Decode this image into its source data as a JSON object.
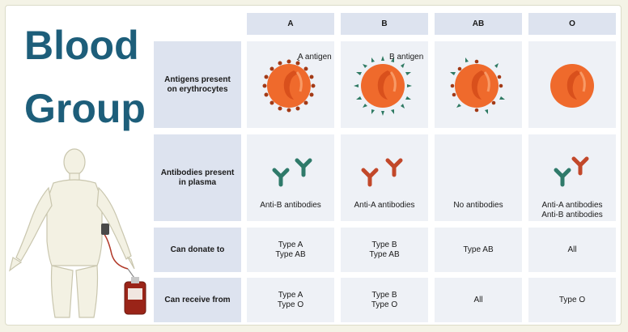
{
  "title": {
    "line1": "Blood",
    "line2": "Group"
  },
  "columns": [
    "A",
    "B",
    "AB",
    "O"
  ],
  "rows": {
    "antigens": {
      "label": "Antigens present on erythrocytes",
      "annotations": {
        "A": "A antigen",
        "B": "B antigen"
      }
    },
    "antibodies": {
      "label": "Antibodies present in plasma",
      "A": "Anti-B antibodies",
      "B": "Anti-A antibodies",
      "AB": "No antibodies",
      "O": [
        "Anti-A antibodies",
        "Anti-B antibodies"
      ]
    },
    "donate": {
      "label": "Can donate to",
      "A": [
        "Type A",
        "Type AB"
      ],
      "B": [
        "Type B",
        "Type AB"
      ],
      "AB": [
        "Type AB"
      ],
      "O": [
        "All"
      ]
    },
    "receive": {
      "label": "Can receive from",
      "A": [
        "Type A",
        "Type O"
      ],
      "B": [
        "Type B",
        "Type O"
      ],
      "AB": [
        "All"
      ],
      "O": [
        "Type O"
      ]
    }
  },
  "colors": {
    "title": "#1d5e7a",
    "header_bg": "#dde3ef",
    "cell_bg": "#eef1f6",
    "cell_orange": "#ef6a2c",
    "cell_inner": "#d9501c",
    "antigen_a": "#a33a16",
    "antigen_b": "#2f7a63",
    "antibody_anti_b": "#2f7a6a",
    "antibody_anti_a": "#c2482a"
  },
  "icons": [
    "human-figure-icon",
    "blood-bag-icon",
    "red-blood-cell-icon",
    "antibody-icon"
  ]
}
